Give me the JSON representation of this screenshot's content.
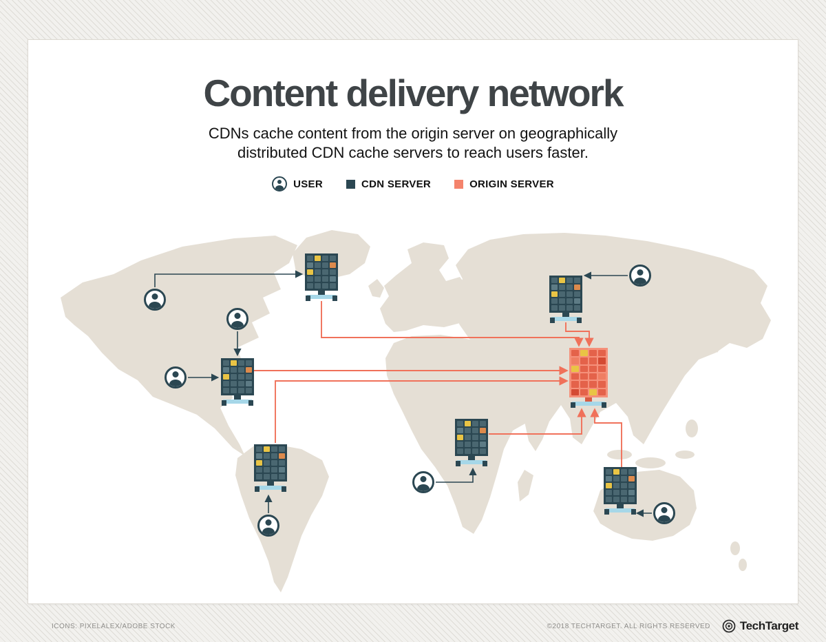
{
  "header": {
    "title": "Content delivery network",
    "subtitle": "CDNs cache content from the origin server on geographically distributed CDN cache servers to reach users faster."
  },
  "legend": [
    {
      "id": "user",
      "label": "USER"
    },
    {
      "id": "cdn-server",
      "label": "CDN SERVER",
      "color": "#2b4752"
    },
    {
      "id": "origin-server",
      "label": "ORIGIN SERVER",
      "color": "#f4836c"
    }
  ],
  "diagram": {
    "origin_server": {
      "id": "origin",
      "region": "east-asia"
    },
    "cdn_servers": [
      {
        "id": "cdn-1",
        "region": "northeast-north-america"
      },
      {
        "id": "cdn-2",
        "region": "west-north-america"
      },
      {
        "id": "cdn-3",
        "region": "south-america"
      },
      {
        "id": "cdn-4",
        "region": "africa"
      },
      {
        "id": "cdn-5",
        "region": "north-asia"
      },
      {
        "id": "cdn-6",
        "region": "australia"
      }
    ],
    "users": [
      {
        "id": "user-1",
        "connects_to": "cdn-1"
      },
      {
        "id": "user-2",
        "connects_to": "cdn-2"
      },
      {
        "id": "user-3",
        "connects_to": "cdn-2"
      },
      {
        "id": "user-4",
        "connects_to": "cdn-3"
      },
      {
        "id": "user-5",
        "connects_to": "cdn-4"
      },
      {
        "id": "user-6",
        "connects_to": "cdn-5"
      },
      {
        "id": "user-7",
        "connects_to": "cdn-6"
      }
    ],
    "origin_links": [
      "cdn-1",
      "cdn-2",
      "cdn-3",
      "cdn-4",
      "cdn-5",
      "cdn-6"
    ]
  },
  "footer": {
    "icons_credit": "ICONS: PIXELALEX/ADOBE STOCK",
    "copyright": "©2018 TECHTARGET. ALL RIGHTS RESERVED",
    "brand": "TechTarget"
  },
  "colors": {
    "cdn_server": "#2b4752",
    "origin_server": "#f4836c",
    "server_base": "#a6d7e8",
    "user_link": "#2b4752",
    "origin_link": "#f0715a",
    "map_land": "#e5dfd5",
    "title_text": "#3f4447"
  }
}
